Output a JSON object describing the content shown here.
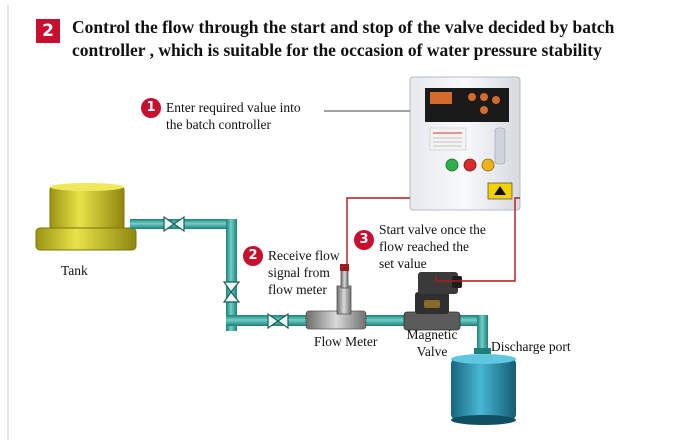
{
  "header": {
    "number": "2",
    "line1": "Control the flow through the start and stop of the valve decided by batch",
    "line2": "controller , which is suitable for the occasion of water pressure stability"
  },
  "steps": [
    {
      "number": "1",
      "lines": [
        "Enter required value into",
        "the batch controller"
      ]
    },
    {
      "number": "2",
      "lines": [
        "Receive flow",
        "signal from",
        "flow meter"
      ]
    },
    {
      "number": "3",
      "lines": [
        "Start valve once the",
        "flow reached the",
        "set value"
      ]
    }
  ],
  "components": {
    "tank": "Tank",
    "flow_meter": "Flow Meter",
    "magnetic_valve": [
      "Magnetic",
      "Valve"
    ],
    "discharge_port": "Discharge port"
  },
  "colors": {
    "accent_red": "#c8102e",
    "pipe_teal": "#3aa9a3",
    "tank_yellow": "#d6d02a",
    "wire_red": "#b01818",
    "discharge_blue": "#2b8fb0"
  }
}
